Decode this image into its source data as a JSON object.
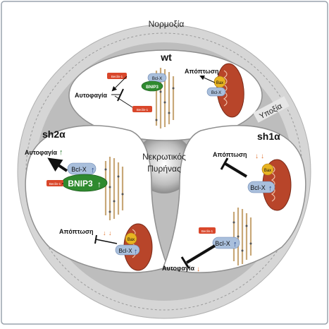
{
  "labels": {
    "normoxia": "Νορμοξία",
    "hypoxia": "Υποξία",
    "necrotic_core_line1": "Νεκρωτικός",
    "necrotic_core_line2": "Πυρήνας",
    "wt_title": "wt",
    "sh2a_title": "sh2α",
    "sh1a_title": "sh1α"
  },
  "wt": {
    "beclin_top": "Beclin-1",
    "beclin_bottom": "Beclin-1",
    "bclx": "Bcl-X",
    "bnip3": "BNIP3",
    "autophagy": "Αυτοφαγία",
    "apoptosis": "Απόπτωση",
    "bax": "Bax",
    "bclx_mito": "Bcl-X"
  },
  "sh2a": {
    "autophagy": "Αυτοφαγία",
    "bclx": "Bcl-X",
    "bnip3": "BNIP3",
    "beclin": "Beclin-1",
    "apoptosis": "Απόπτωση",
    "bax": "Bax",
    "bclx_mito": "Bcl-X"
  },
  "sh1a": {
    "apoptosis": "Απόπτωση",
    "bax": "Bax",
    "bclx_mito": "Bcl-X",
    "beclin": "Beclin-1",
    "bclx": "Bcl-X",
    "autophagy": "Αυτοφαγία"
  },
  "colors": {
    "arrow_up_green": "#2e7d32",
    "arrow_down_orange": "#e0702a",
    "bnip3_green": "#2f8a2f",
    "beclin_red": "#d9472b",
    "bclx_blue": "#a9bfdc",
    "bax_yellow": "#e8b422",
    "mito_red": "#b8452a"
  }
}
